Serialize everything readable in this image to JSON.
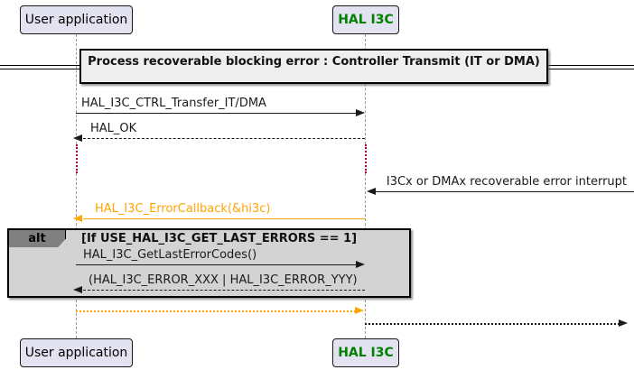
{
  "diagram_type": "sequence-diagram",
  "participants": {
    "user": {
      "label": "User application",
      "text_color": "#000000"
    },
    "hal": {
      "label": "HAL I3C",
      "text_color": "#008000"
    }
  },
  "divider": {
    "title": "Process recoverable blocking error : Controller Transmit (IT or DMA)"
  },
  "messages": {
    "transfer": {
      "label": "HAL_I3C_CTRL_Transfer_IT/DMA",
      "from": "user",
      "to": "hal",
      "line": "solid",
      "color": "#1a1a1a"
    },
    "hal_ok": {
      "label": "HAL_OK",
      "from": "hal",
      "to": "user",
      "line": "dashed",
      "color": "#1a1a1a"
    },
    "interrupt": {
      "label": "I3Cx or DMAx recoverable error interrupt",
      "from": "right-edge",
      "to": "hal",
      "line": "solid",
      "color": "#1a1a1a"
    },
    "error_callback": {
      "label": "HAL_I3C_ErrorCallback(&hi3c)",
      "from": "hal",
      "to": "user",
      "line": "solid",
      "color": "#FFA500"
    },
    "get_last_error": {
      "label": "HAL_I3C_GetLastErrorCodes()",
      "from": "user",
      "to": "hal",
      "line": "solid",
      "color": "#1a1a1a"
    },
    "error_codes": {
      "label": "(HAL_I3C_ERROR_XXX | HAL_I3C_ERROR_YYY)",
      "from": "hal",
      "to": "user",
      "line": "dashed",
      "color": "#1a1a1a"
    },
    "return_orange": {
      "label": "",
      "from": "user",
      "to": "hal",
      "line": "dotted",
      "color": "#FFA500"
    },
    "forward_right": {
      "label": "",
      "from": "hal",
      "to": "right-edge",
      "line": "dotted",
      "color": "#1a1a1a"
    }
  },
  "alt_frame": {
    "operator": "alt",
    "guard": "[If USE_HAL_I3C_GET_LAST_ERRORS == 1]",
    "fill": "#D3D3D3"
  },
  "colors": {
    "participant_fill": "#E2E2F0",
    "hal_green": "#008000",
    "callback_orange": "#FFA500",
    "delay_maroon": "#A80036",
    "frame_fill": "#D3D3D3",
    "divider_fill": "#EEEEEE"
  }
}
